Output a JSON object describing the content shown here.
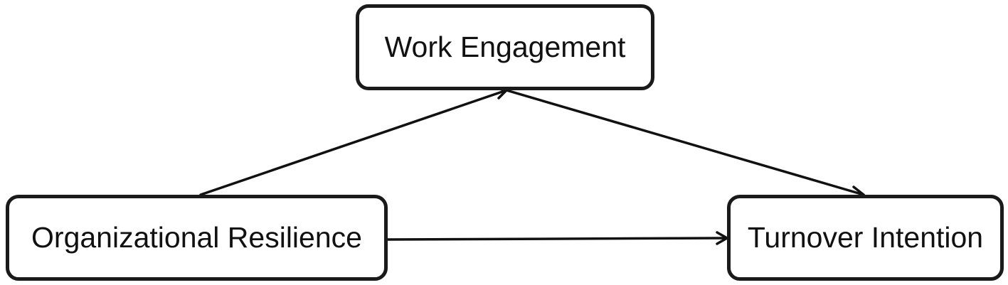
{
  "diagram": {
    "nodes": [
      {
        "id": "we",
        "label": "Work Engagement"
      },
      {
        "id": "or",
        "label": "Organizational Resilience"
      },
      {
        "id": "ti",
        "label": "Turnover Intention"
      }
    ],
    "edges": [
      {
        "from": "or",
        "to": "we"
      },
      {
        "from": "we",
        "to": "ti"
      },
      {
        "from": "or",
        "to": "ti"
      }
    ],
    "colors": {
      "stroke": "#111111",
      "background": "#ffffff"
    }
  }
}
